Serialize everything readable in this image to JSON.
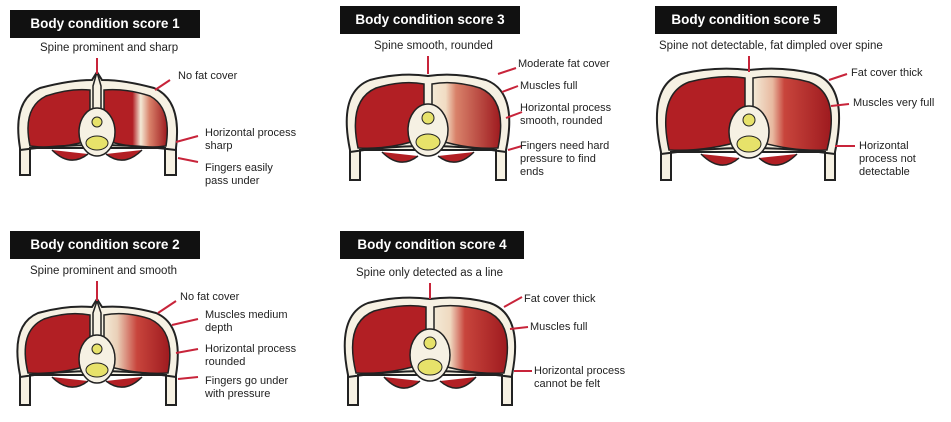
{
  "colors": {
    "muscle": "#b21f24",
    "muscle_dark": "#7a1114",
    "fat_light": "#f3ead6",
    "leader_line": "#c8243a",
    "title_bg": "#111111",
    "title_text": "#ffffff"
  },
  "panels": [
    {
      "id": "score-1",
      "title": "Body condition score 1",
      "spine_caption": "Spine prominent and sharp",
      "notes": [
        {
          "lines": [
            "No fat cover"
          ]
        },
        {
          "lines": [
            "Horizontal process",
            "sharp"
          ]
        },
        {
          "lines": [
            "Fingers easily",
            "pass under"
          ]
        }
      ]
    },
    {
      "id": "score-3",
      "title": "Body condition score 3",
      "spine_caption": "Spine smooth, rounded",
      "notes": [
        {
          "lines": [
            "Moderate fat cover"
          ]
        },
        {
          "lines": [
            "Muscles full"
          ]
        },
        {
          "lines": [
            "Horizontal process",
            "smooth, rounded"
          ]
        },
        {
          "lines": [
            "Fingers need hard",
            "pressure to find",
            "ends"
          ]
        }
      ]
    },
    {
      "id": "score-5",
      "title": "Body condition score 5",
      "spine_caption": "Spine not detectable, fat dimpled over spine",
      "notes": [
        {
          "lines": [
            "Fat cover thick"
          ]
        },
        {
          "lines": [
            "Muscles very full"
          ]
        },
        {
          "lines": [
            "Horizontal",
            "process not",
            "detectable"
          ]
        }
      ]
    },
    {
      "id": "score-2",
      "title": "Body condition score 2",
      "spine_caption": "Spine prominent and smooth",
      "notes": [
        {
          "lines": [
            "No fat cover"
          ]
        },
        {
          "lines": [
            "Muscles medium",
            "depth"
          ]
        },
        {
          "lines": [
            "Horizontal process",
            "rounded"
          ]
        },
        {
          "lines": [
            "Fingers go under",
            "with pressure"
          ]
        }
      ]
    },
    {
      "id": "score-4",
      "title": "Body condition score 4",
      "spine_caption": "Spine only detected as a line",
      "notes": [
        {
          "lines": [
            "Fat cover thick"
          ]
        },
        {
          "lines": [
            "Muscles full"
          ]
        },
        {
          "lines": [
            "Horizontal process",
            "cannot be felt"
          ]
        }
      ]
    }
  ]
}
